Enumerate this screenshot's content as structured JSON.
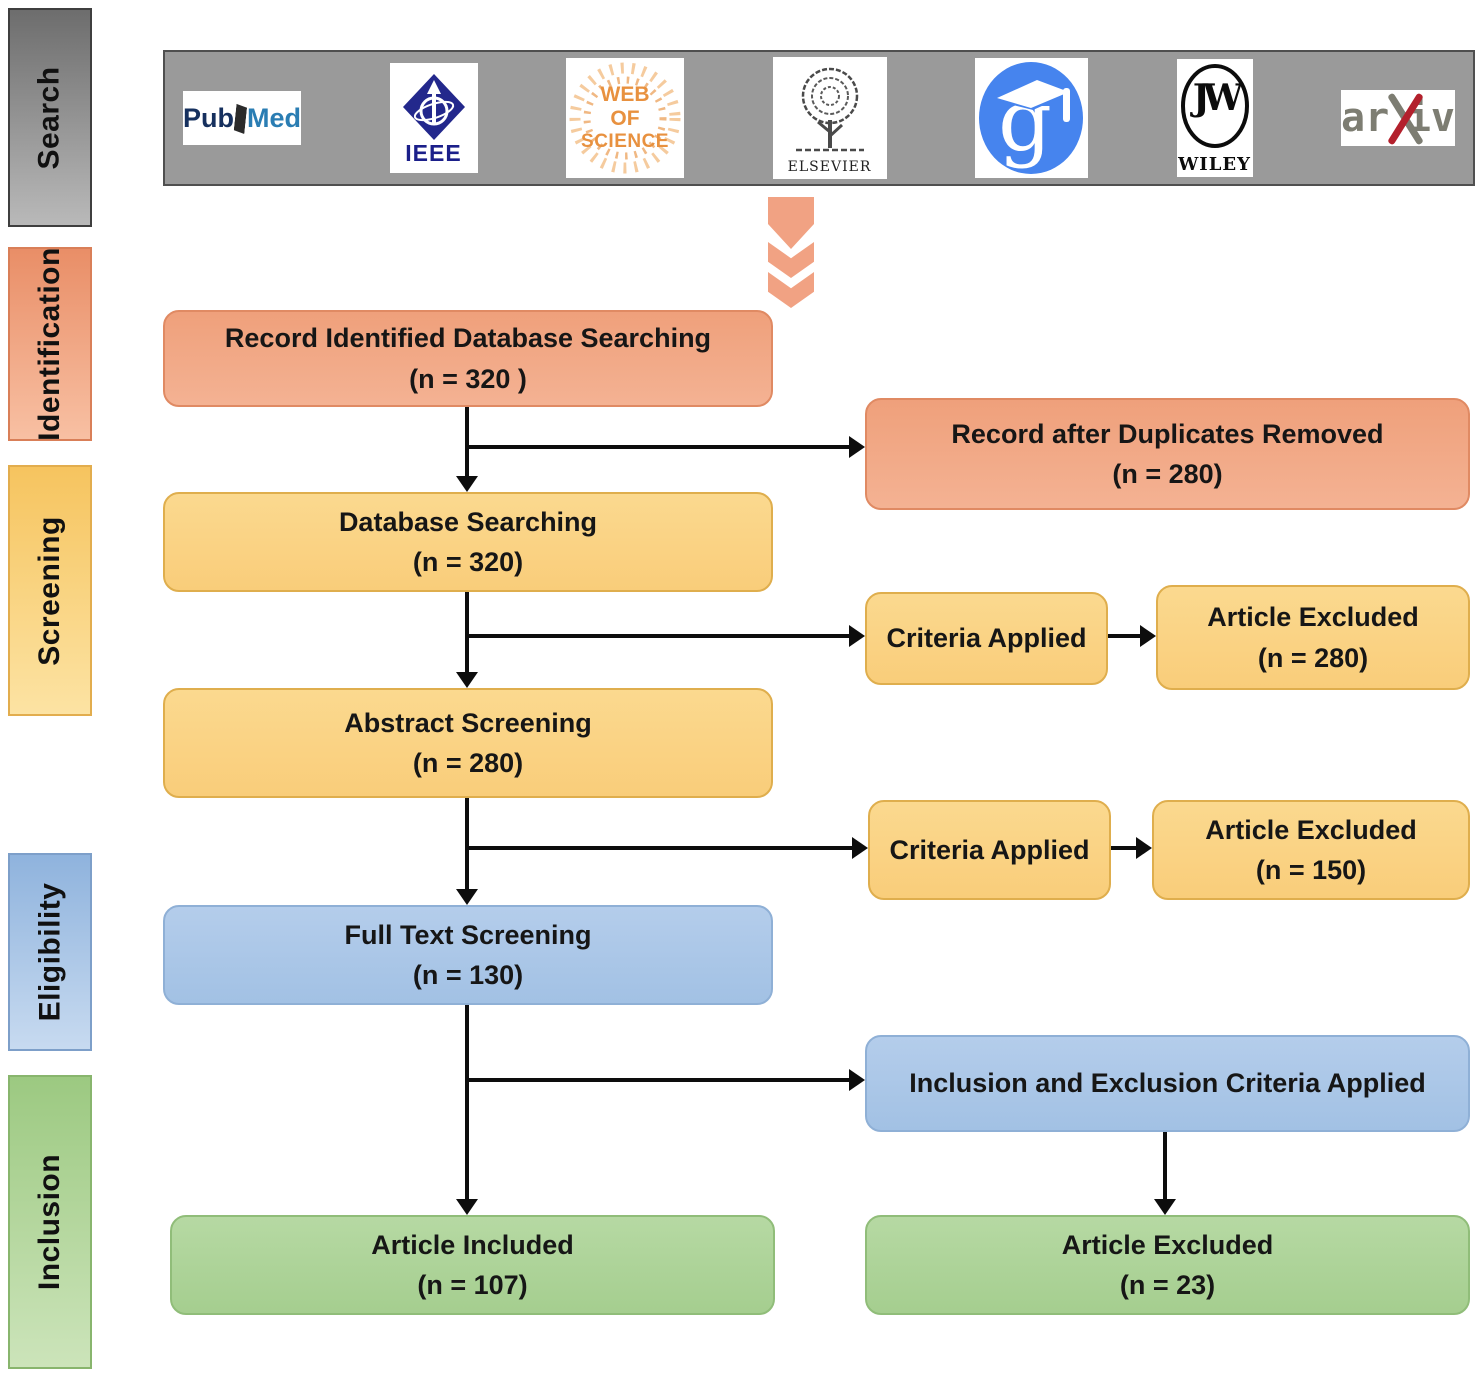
{
  "sidebar": {
    "stages": [
      {
        "label": "Search"
      },
      {
        "label": "Identification"
      },
      {
        "label": "Screening"
      },
      {
        "label": "Eligibility"
      },
      {
        "label": "Inclusion"
      }
    ]
  },
  "databases": {
    "pubmed": {
      "part1": "Pub",
      "part2": "Med"
    },
    "ieee": {
      "label": "IEEE"
    },
    "web_of_science": {
      "line1": "WEB",
      "line2": "OF",
      "line3": "SCIENCE"
    },
    "elsevier": {
      "label": "ELSEVIER"
    },
    "google_scholar": {
      "glyph": "g"
    },
    "wiley": {
      "monogram": "JW",
      "label": "WILEY"
    },
    "arxiv": {
      "part1": "ar",
      "part3": "iv"
    }
  },
  "flow": {
    "record_identified": {
      "label": "Record Identified Database Searching",
      "count": "(n = 320 )"
    },
    "duplicates_removed": {
      "label": "Record after Duplicates Removed",
      "count": "(n = 280)"
    },
    "database_searching": {
      "label": "Database Searching",
      "count": "(n = 320)"
    },
    "criteria_applied_1": {
      "label": "Criteria Applied"
    },
    "article_excluded_1": {
      "label": "Article Excluded",
      "count": "(n = 280)"
    },
    "abstract_screening": {
      "label": "Abstract Screening",
      "count": "(n = 280)"
    },
    "criteria_applied_2": {
      "label": "Criteria Applied"
    },
    "article_excluded_2": {
      "label": "Article Excluded",
      "count": "(n = 150)"
    },
    "full_text_screening": {
      "label": "Full Text Screening",
      "count": "(n = 130)"
    },
    "inclusion_exclusion": {
      "label": "Inclusion and Exclusion Criteria Applied"
    },
    "article_included": {
      "label": "Article Included",
      "count": "(n = 107)"
    },
    "article_excluded_final": {
      "label": "Article Excluded",
      "count": "(n = 23)"
    }
  },
  "colors": {
    "salmon_box": "#f2a57f",
    "yellow_box": "#fad283",
    "blue_box": "#a9c7e8",
    "green_box": "#aed59a",
    "bar_grey": "#9a9a9a",
    "chevron": "#f1a283",
    "arrow": "#0d0d0d",
    "pubmed_navy": "#16305e",
    "pubmed_blue": "#2a7db3",
    "ieee_navy": "#1b1f8a",
    "wos_orange": "#e8913f",
    "scholar_blue": "#4684ee",
    "arxiv_red": "#b3202c",
    "wiley_black": "#0c0c0c"
  }
}
